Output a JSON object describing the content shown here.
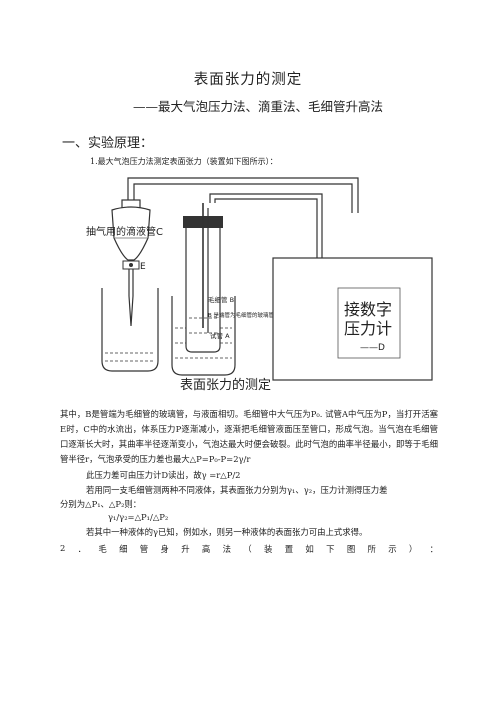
{
  "doc": {
    "title": "表面张力的测定",
    "subtitle": "——最大气泡压力法、滴重法、毛细管升高法",
    "section1": "一、实验原理：",
    "item1": "1.最大气泡压力法测定表面张力（装置如下图所示）：",
    "para1": "其中，B是管端为毛细管的玻璃管，与液面相切。毛细管中大气压为P₀. 试管A中气压为P，当打开活塞E时，C中的水流出，体系压力P逐渐减小，逐渐把毛细管液面压至管口，形成气泡。当气泡在毛细管口逐渐长大时，其曲率半径逐渐变小，气泡达最大时便会破裂。此时气泡的曲率半径最小，即等于毛细管半径r，气泡承受的压力差也最大△P=P₀-P=2γ/r",
    "line1": "此压力差可由压力计D读出，故γ =r△P/2",
    "line2": "若用同一支毛细管测两种不同液体，其表面张力分别为γ₁、γ₂，压力计测得压力差",
    "line3": "分别为△P₁、△P₂则：",
    "line4": "γ₁/γ₂=△P₁/△P₂",
    "line5": "若其中一种液体的γ已知，例如水，则另一种液体的表面张力可由上式求得。",
    "item2_chars": [
      "2",
      "．",
      "毛",
      "细",
      "管",
      "身",
      "升",
      "高",
      "法",
      "（",
      "装",
      "置",
      "如",
      "下",
      "图",
      "所",
      "示",
      "）",
      "："
    ]
  },
  "figure": {
    "caption": "表面张力的测定",
    "label_c": "抽气用的滴液管C",
    "label_e": "E",
    "label_b": "毛细管 B",
    "label_b_note": "B 是端管为毛细管的玻璃管，与液面相切",
    "label_a": "试管 A",
    "label_d_line1": "接数字",
    "label_d_line2": "压力计",
    "label_d_line3": "——D"
  }
}
